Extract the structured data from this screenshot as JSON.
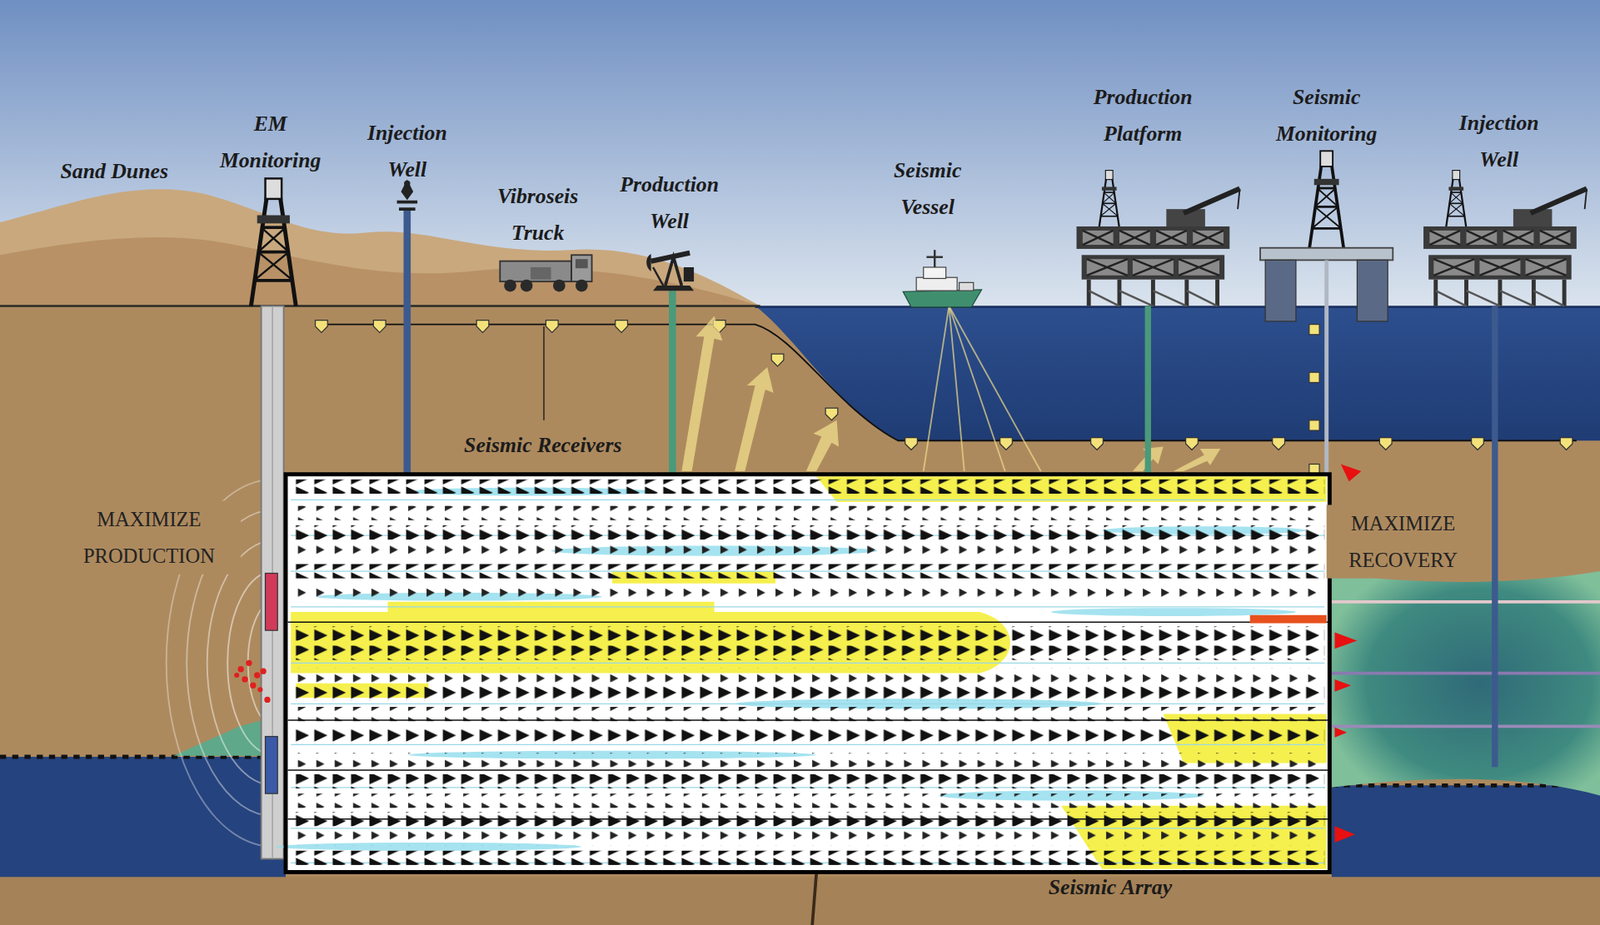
{
  "diagram": {
    "labels": [
      "Sand Dunes",
      "EM Monitoring",
      "Injection Well",
      "Vibroseis Truck",
      "Production Well",
      "Seismic Vessel",
      "Production Platform",
      "Seismic Monitoring",
      "Injection Well",
      "Seismic Receivers",
      "MAXIMIZE PRODUCTION",
      "MAXIMIZE RECOVERY",
      "Seismic Array"
    ]
  }
}
